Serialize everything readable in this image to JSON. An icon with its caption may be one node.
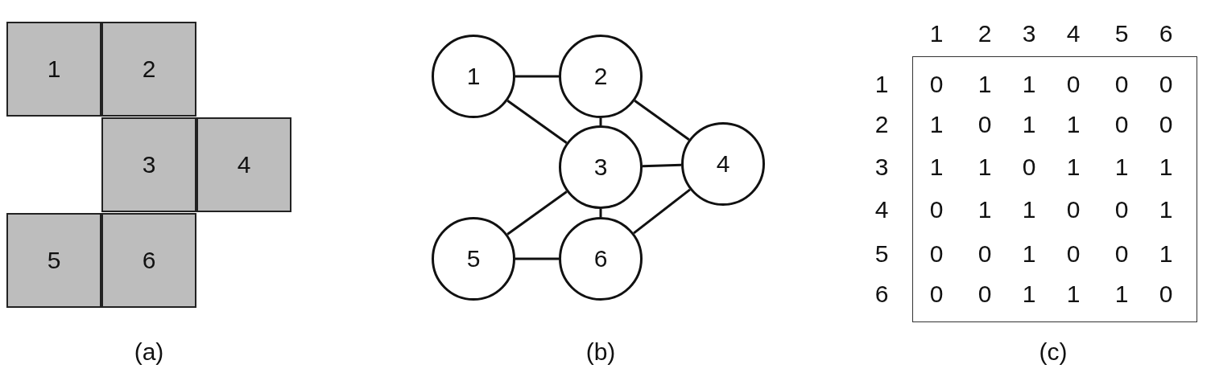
{
  "diagram": {
    "nodes": [
      {
        "text": [
          "1"
        ]
      },
      {
        "text": [
          "2"
        ]
      },
      {
        "text": [
          "3"
        ]
      },
      {
        "text": [
          "4"
        ]
      },
      {
        "text": [
          "5"
        ]
      },
      {
        "text": [
          "6"
        ]
      },
      {
        "text": [
          "1"
        ]
      },
      {
        "text": [
          "2"
        ]
      },
      {
        "text": [
          "3"
        ]
      },
      {
        "text": [
          "4"
        ]
      },
      {
        "text": [
          "5"
        ]
      },
      {
        "text": [
          "6"
        ]
      }
    ],
    "edges": [
      {
        "from": 6,
        "to": 7,
        "arrow": "none"
      },
      {
        "from": 6,
        "to": 8,
        "arrow": "none"
      },
      {
        "from": 7,
        "to": 8,
        "arrow": "none"
      },
      {
        "from": 7,
        "to": 9,
        "arrow": "none"
      },
      {
        "from": 8,
        "to": 9,
        "arrow": "none"
      },
      {
        "from": 8,
        "to": 10,
        "arrow": "none"
      },
      {
        "from": 8,
        "to": 11,
        "arrow": "none"
      },
      {
        "from": 9,
        "to": 11,
        "arrow": "none"
      },
      {
        "from": 10,
        "to": 11,
        "arrow": "none"
      }
    ],
    "labels": [
      "1",
      "2",
      "3",
      "4",
      "5",
      "6",
      "1",
      "0",
      "1",
      "1",
      "0",
      "0",
      "0",
      "2",
      "1",
      "0",
      "1",
      "1",
      "0",
      "0",
      "3",
      "1",
      "1",
      "0",
      "1",
      "1",
      "1",
      "4",
      "0",
      "1",
      "1",
      "0",
      "0",
      "1",
      "5",
      "0",
      "0",
      "1",
      "0",
      "0",
      "1",
      "6",
      "0",
      "0",
      "1",
      "1",
      "1",
      "0",
      "(a)",
      "(b)",
      "(c)"
    ]
  }
}
